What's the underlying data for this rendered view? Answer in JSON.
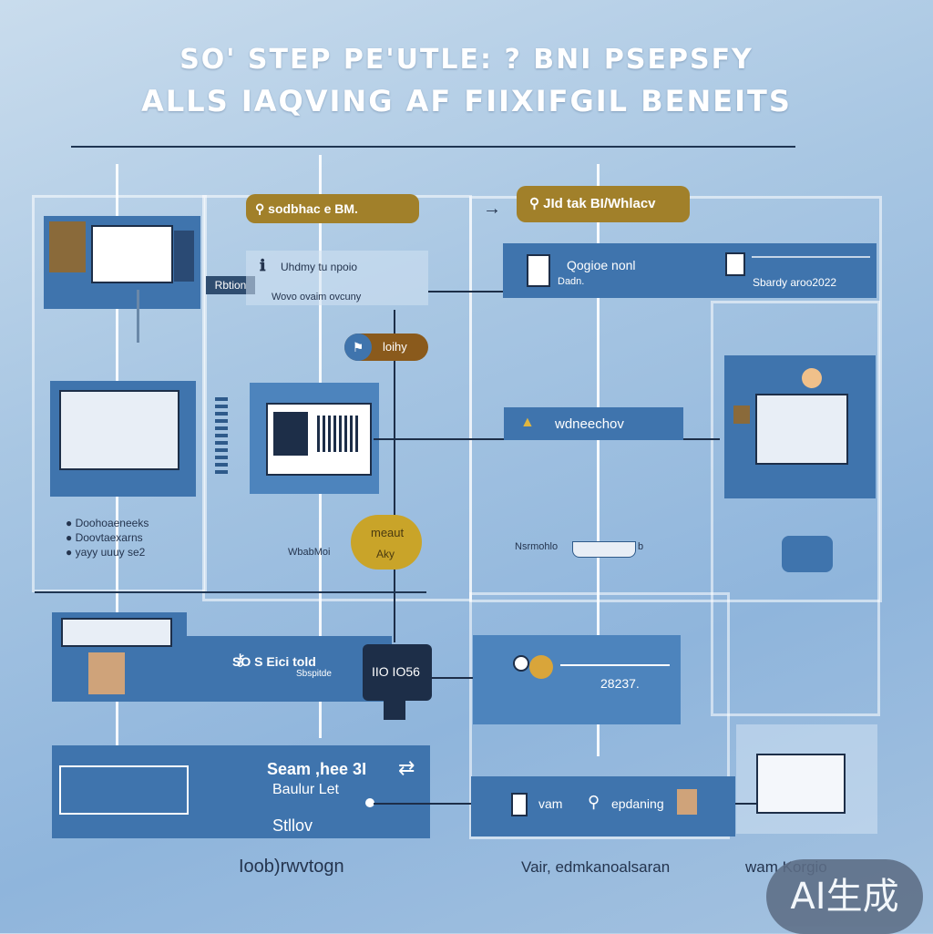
{
  "title": {
    "line1": "SO' STEP    PE'UTLE: ? BNI   PSEPSFY",
    "line2": "ALLS IAQVING AF FIIXIFGIL BENEITS"
  },
  "labels": {
    "gold_pill_left": "sodbhac e BM.",
    "gold_pill_right": "JId tak BI/Whlacv",
    "left_tag": "Rbtion",
    "center_block_line1": "Uhdmy tu npoio",
    "center_block_line2": "Wovo ovaim ovcuny",
    "small_pill": "loihy",
    "right_banner_title": "Qogioe nonl",
    "right_banner_sub": "Dadn.",
    "right_banner_right": "Sbardy aroo2022",
    "mid_right_label": "wdneechov",
    "list_item_1": "Doohoaeneeks",
    "list_item_2": "Doovtaexarns",
    "list_item_3": "yayy uuuy se2",
    "center_caption": "WbabMoi",
    "gold_blob_line1": "meaut",
    "gold_blob_line2": "Aky",
    "mid_label_right": "Nsrmohlo",
    "mid_label_right_tail": "b",
    "sos_label": "SO S Eici told",
    "sos_sub": "Sbspitde",
    "id_code": "IIO IO56",
    "number_value": "28237.",
    "bottom_left_title1": "Seam ,hee 3I",
    "bottom_left_title2": "Baulur Let",
    "bottom_left_title3": "Stllov",
    "bottom_right_left": "vam",
    "bottom_right_right": "epdaning",
    "footer_1": "Ioob)rwvtogn",
    "footer_2": "Vair, edmkanoalsaran",
    "footer_3": "wam Korgio",
    "badge": "AI生成"
  },
  "colors": {
    "panel_blue": "#3f74ad",
    "gold": "#a1802a",
    "dark_line": "#1f3552"
  }
}
